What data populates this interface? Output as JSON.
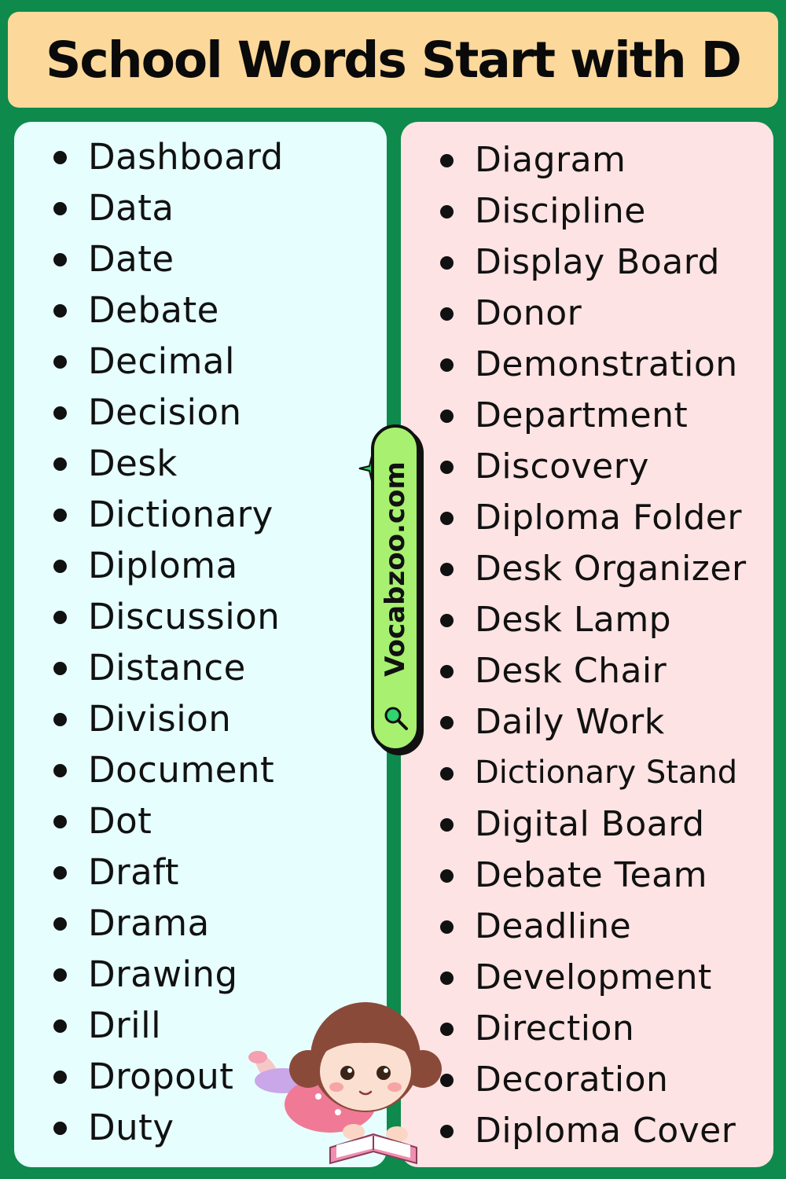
{
  "title": "School Words Start with D",
  "left_words": [
    "Dashboard",
    "Data",
    "Date",
    "Debate",
    "Decimal",
    "Decision",
    "Desk",
    "Dictionary",
    "Diploma",
    "Discussion",
    "Distance",
    "Division",
    "Document",
    "Dot",
    "Draft",
    "Drama",
    "Drawing",
    "Drill",
    "Dropout",
    "Duty"
  ],
  "right_words": [
    "Diagram",
    "Discipline",
    "Display Board",
    "Donor",
    "Demonstration",
    "Department",
    "Discovery",
    "Diploma Folder",
    "Desk Organizer",
    "Desk Lamp",
    "Desk Chair",
    "Daily Work",
    "Dictionary Stand",
    "Digital Board",
    "Debate Team",
    "Deadline",
    "Development",
    "Direction",
    "Decoration",
    "Diploma Cover"
  ],
  "badge": {
    "text": "Vocabzoo.com",
    "icon": "search-icon"
  },
  "colors": {
    "background": "#0d8a4c",
    "title_bg": "#fdd89b",
    "left_panel": "#e6fefe",
    "right_panel": "#fde3e3",
    "badge": "#a8f06f"
  }
}
